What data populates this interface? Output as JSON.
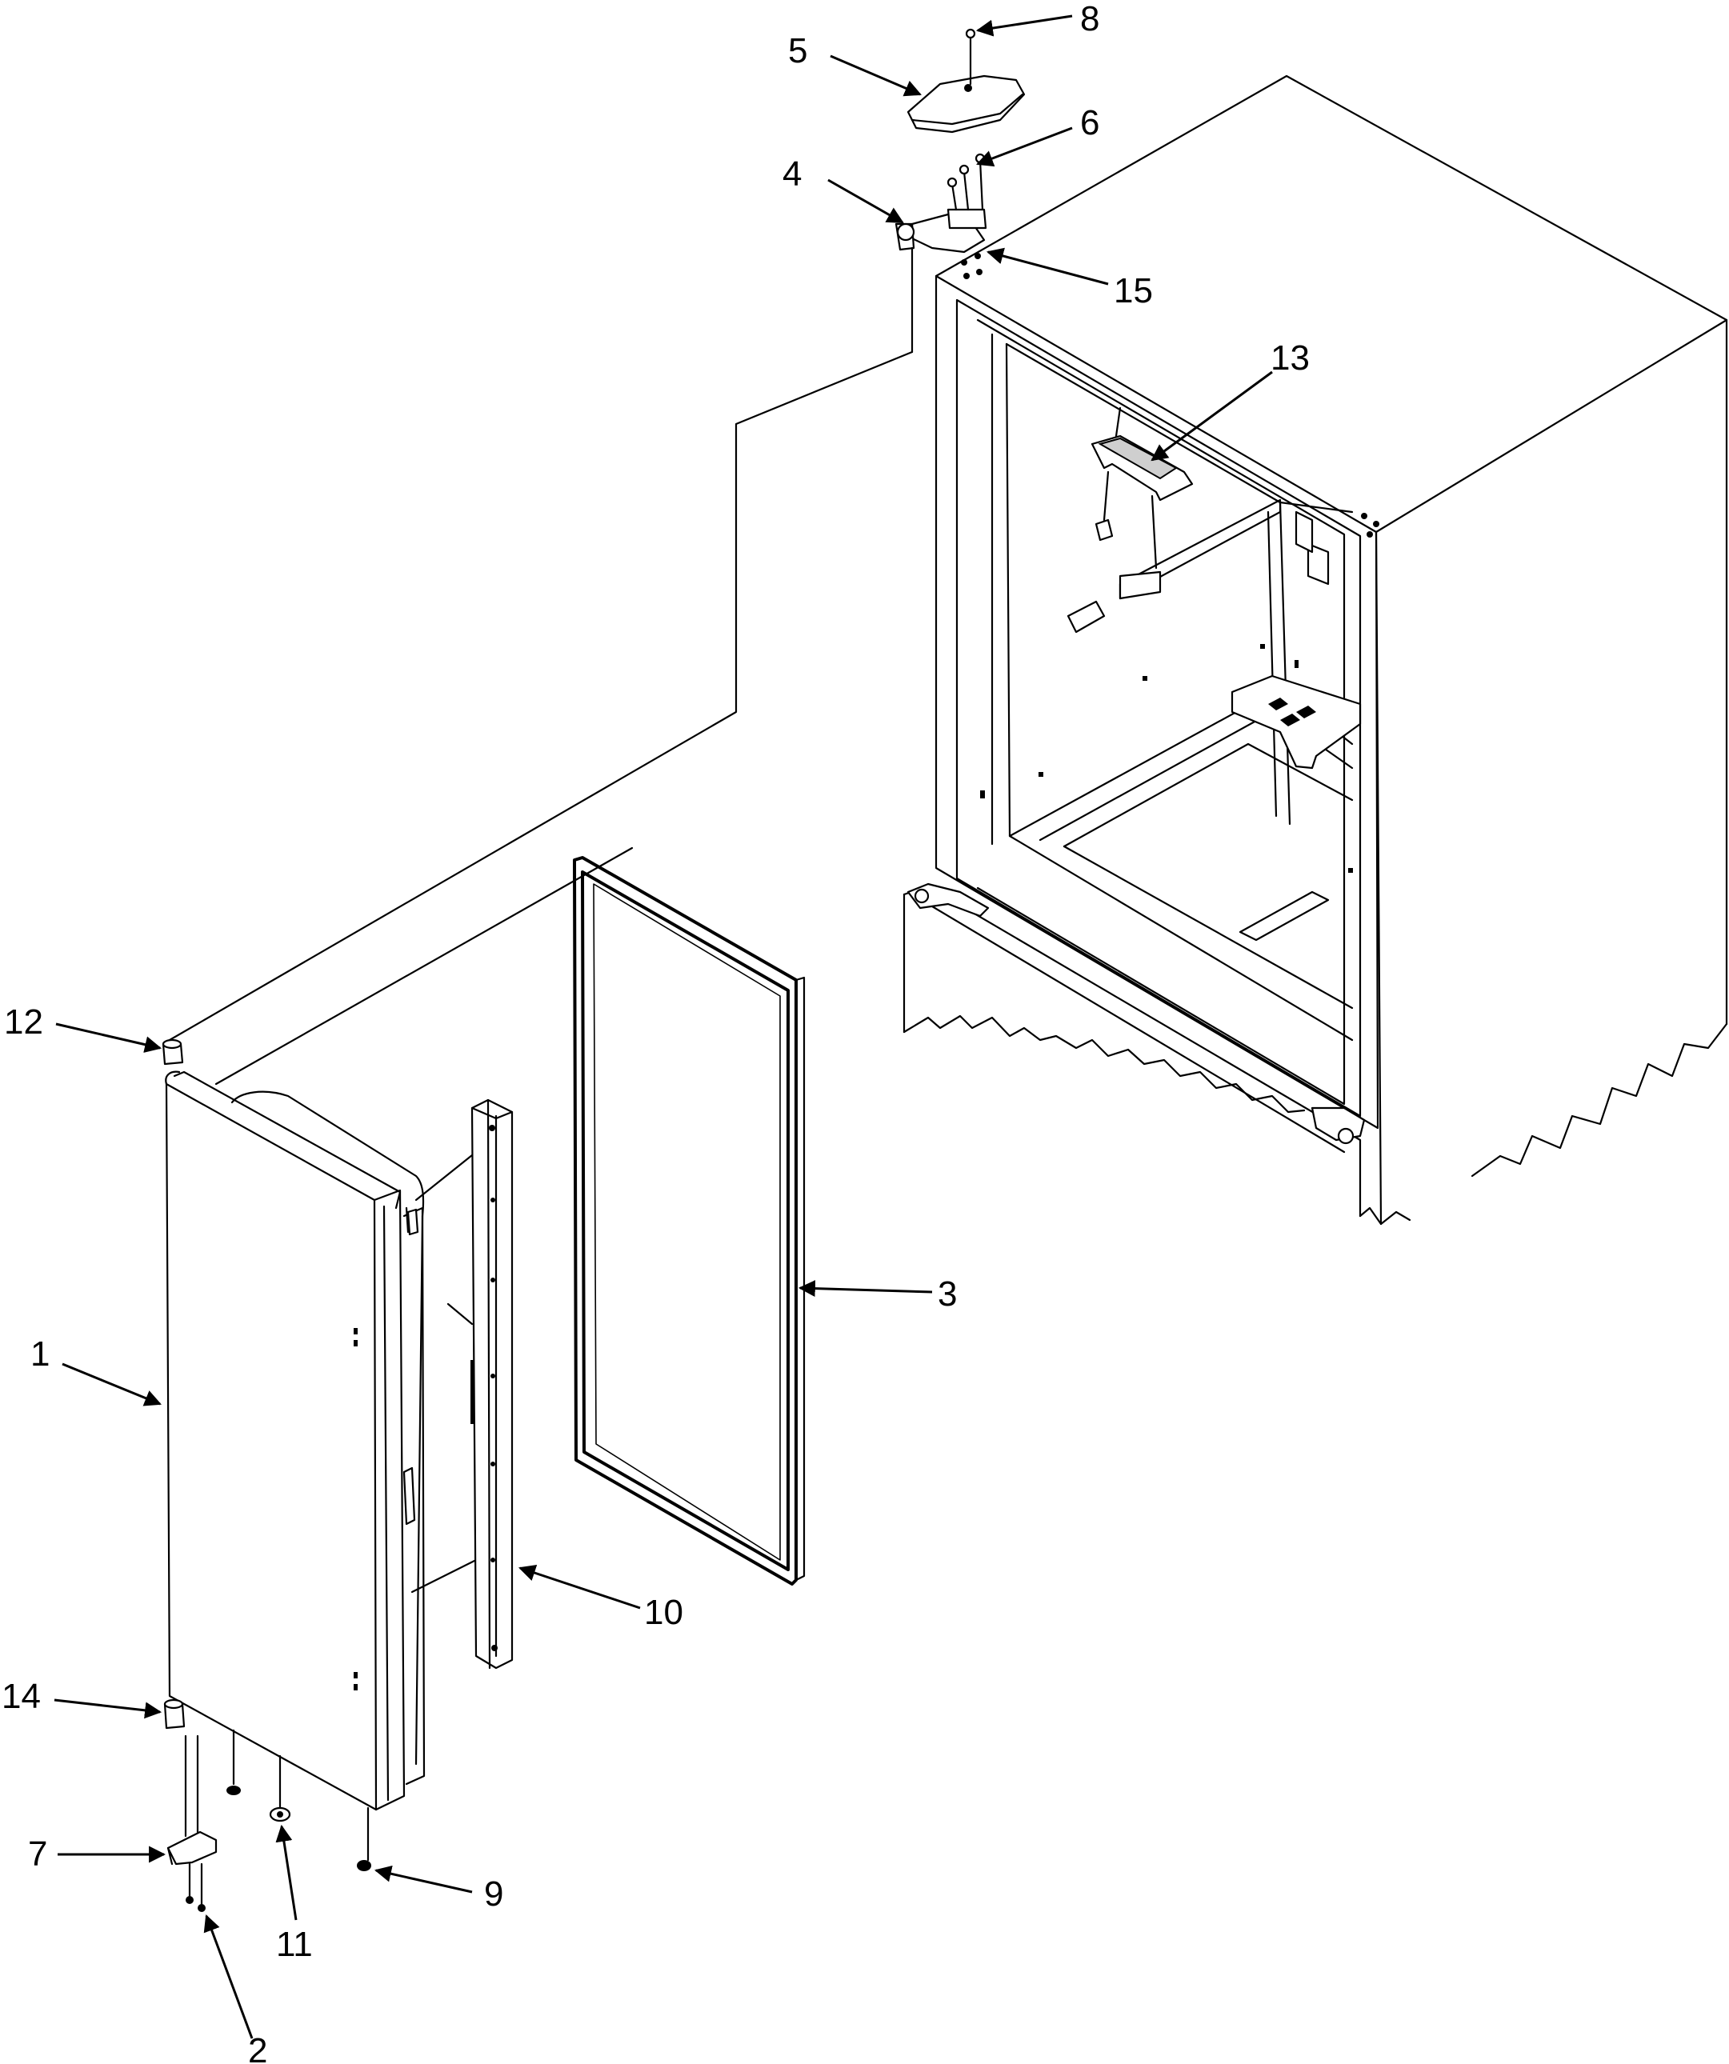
{
  "callouts": [
    {
      "id": "1",
      "label": "1"
    },
    {
      "id": "2",
      "label": "2"
    },
    {
      "id": "3",
      "label": "3"
    },
    {
      "id": "4",
      "label": "4"
    },
    {
      "id": "5",
      "label": "5"
    },
    {
      "id": "6",
      "label": "6"
    },
    {
      "id": "7",
      "label": "7"
    },
    {
      "id": "8",
      "label": "8"
    },
    {
      "id": "9",
      "label": "9"
    },
    {
      "id": "10",
      "label": "10"
    },
    {
      "id": "11",
      "label": "11"
    },
    {
      "id": "12",
      "label": "12"
    },
    {
      "id": "13",
      "label": "13"
    },
    {
      "id": "14",
      "label": "14"
    },
    {
      "id": "15",
      "label": "15"
    }
  ],
  "colors": {
    "line": "#000000",
    "background": "#ffffff"
  }
}
